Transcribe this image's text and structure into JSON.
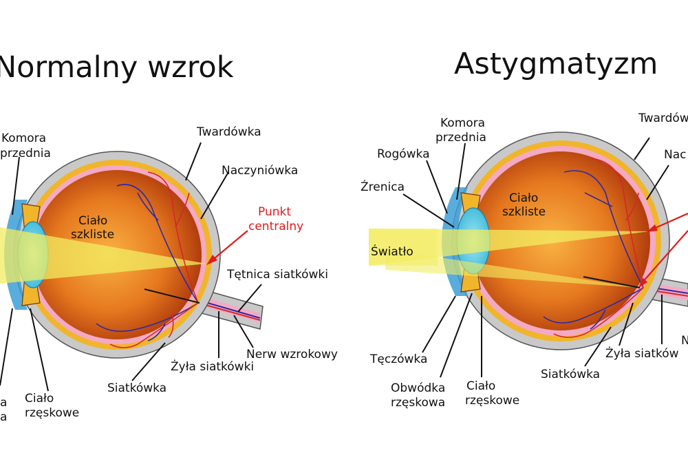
{
  "left": {
    "title": "Normalny wzrok",
    "labels": {
      "komora": [
        "Komora",
        "przednia"
      ],
      "twardowka": "Twardówka",
      "naczyniowka": "Naczyniówka",
      "punkt": [
        "Punkt",
        "centralny"
      ],
      "cialo_szkliste": [
        "Ciało",
        "szkliste"
      ],
      "tetnica": "Tętnica siatkówki",
      "nerw": "Nerw wzrokowy",
      "zyla": "Żyła siatkówki",
      "siatkowka": "Siatkówka",
      "cialo_rzeskowe": [
        "Ciało",
        "rzęskowe"
      ],
      "cut_a": "a",
      "cut_b": "a"
    }
  },
  "right": {
    "title": "Astygmatyzm",
    "labels": {
      "komora": [
        "Komora",
        "przednia"
      ],
      "rogowka": "Rogówka",
      "zrenica": "Źrenica",
      "swiatlo": "Światło",
      "cialo_szkliste": [
        "Ciało",
        "szkliste"
      ],
      "twardowka": "Twardów",
      "nac": "Nac",
      "teczowka": "Tęczówka",
      "obwodka": [
        "Obwódka",
        "rzęskowa"
      ],
      "cialo_rzeskowe": [
        "Ciało",
        "rzęskowe"
      ],
      "siatkowka": "Siatkówka",
      "zyla": "Żyła siatków",
      "cut_n": "N"
    }
  },
  "colors": {
    "sclera": "#c9c9c9",
    "choroid": "#f1b52c",
    "retina": "#f4a9c4",
    "vitreous_center": "#f7a93a",
    "vitreous_edge": "#b8400e",
    "lens": "#47c9e6",
    "light": "#f2ec62",
    "vein": "#2a2aa8",
    "artery": "#d8262b",
    "highlight": "#e01b1b"
  }
}
